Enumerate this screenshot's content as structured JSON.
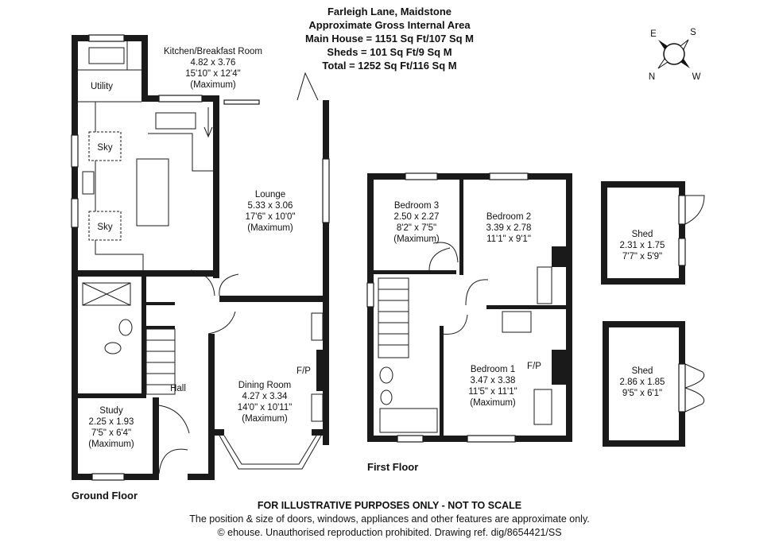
{
  "header": {
    "address": "Farleigh Lane, Maidstone",
    "area_title": "Approximate Gross Internal Area",
    "main_house": "Main House = 1151 Sq Ft/107 Sq M",
    "sheds": "Sheds = 101 Sq Ft/9 Sq M",
    "total": "Total = 1252 Sq Ft/116 Sq M"
  },
  "compass": {
    "n": "N",
    "s": "S",
    "e": "E",
    "w": "W"
  },
  "floors": {
    "ground": "Ground Floor",
    "first": "First Floor"
  },
  "rooms": {
    "kitchen": {
      "name": "Kitchen/Breakfast Room",
      "metric": "4.82 x 3.76",
      "imperial": "15'10\" x 12'4\"",
      "note": "(Maximum)"
    },
    "utility": {
      "name": "Utility"
    },
    "sky1": {
      "name": "Sky"
    },
    "sky2": {
      "name": "Sky"
    },
    "lounge": {
      "name": "Lounge",
      "metric": "5.33 x 3.06",
      "imperial": "17'6\" x 10'0\"",
      "note": "(Maximum)"
    },
    "dining": {
      "name": "Dining Room",
      "metric": "4.27 x 3.34",
      "imperial": "14'0\" x 10'11\"",
      "note": "(Maximum)"
    },
    "dining_fp": {
      "name": "F/P"
    },
    "hall": {
      "name": "Hall"
    },
    "study": {
      "name": "Study",
      "metric": "2.25 x 1.93",
      "imperial": "7'5\" x 6'4\"",
      "note": "(Maximum)"
    },
    "bedroom3": {
      "name": "Bedroom 3",
      "metric": "2.50 x 2.27",
      "imperial": "8'2\" x 7'5\"",
      "note": "(Maximum)"
    },
    "bedroom2": {
      "name": "Bedroom 2",
      "metric": "3.39 x 2.78",
      "imperial": "11'1\" x 9'1\""
    },
    "bedroom1": {
      "name": "Bedroom 1",
      "metric": "3.47 x 3.38",
      "imperial": "11'5\" x 11'1\"",
      "note": "(Maximum)"
    },
    "bedroom1_fp": {
      "name": "F/P"
    },
    "shed1": {
      "name": "Shed",
      "metric": "2.31 x 1.75",
      "imperial": "7'7\" x 5'9\""
    },
    "shed2": {
      "name": "Shed",
      "metric": "2.86 x 1.85",
      "imperial": "9'5\" x 6'1\""
    }
  },
  "footer": {
    "disclaimer": "FOR ILLUSTRATIVE PURPOSES ONLY - NOT TO SCALE",
    "note": "The position & size of doors, windows, appliances and other features are approximate only.",
    "copyright": "© ehouse. Unauthorised reproduction prohibited. Drawing ref. dig/8654421/SS"
  }
}
